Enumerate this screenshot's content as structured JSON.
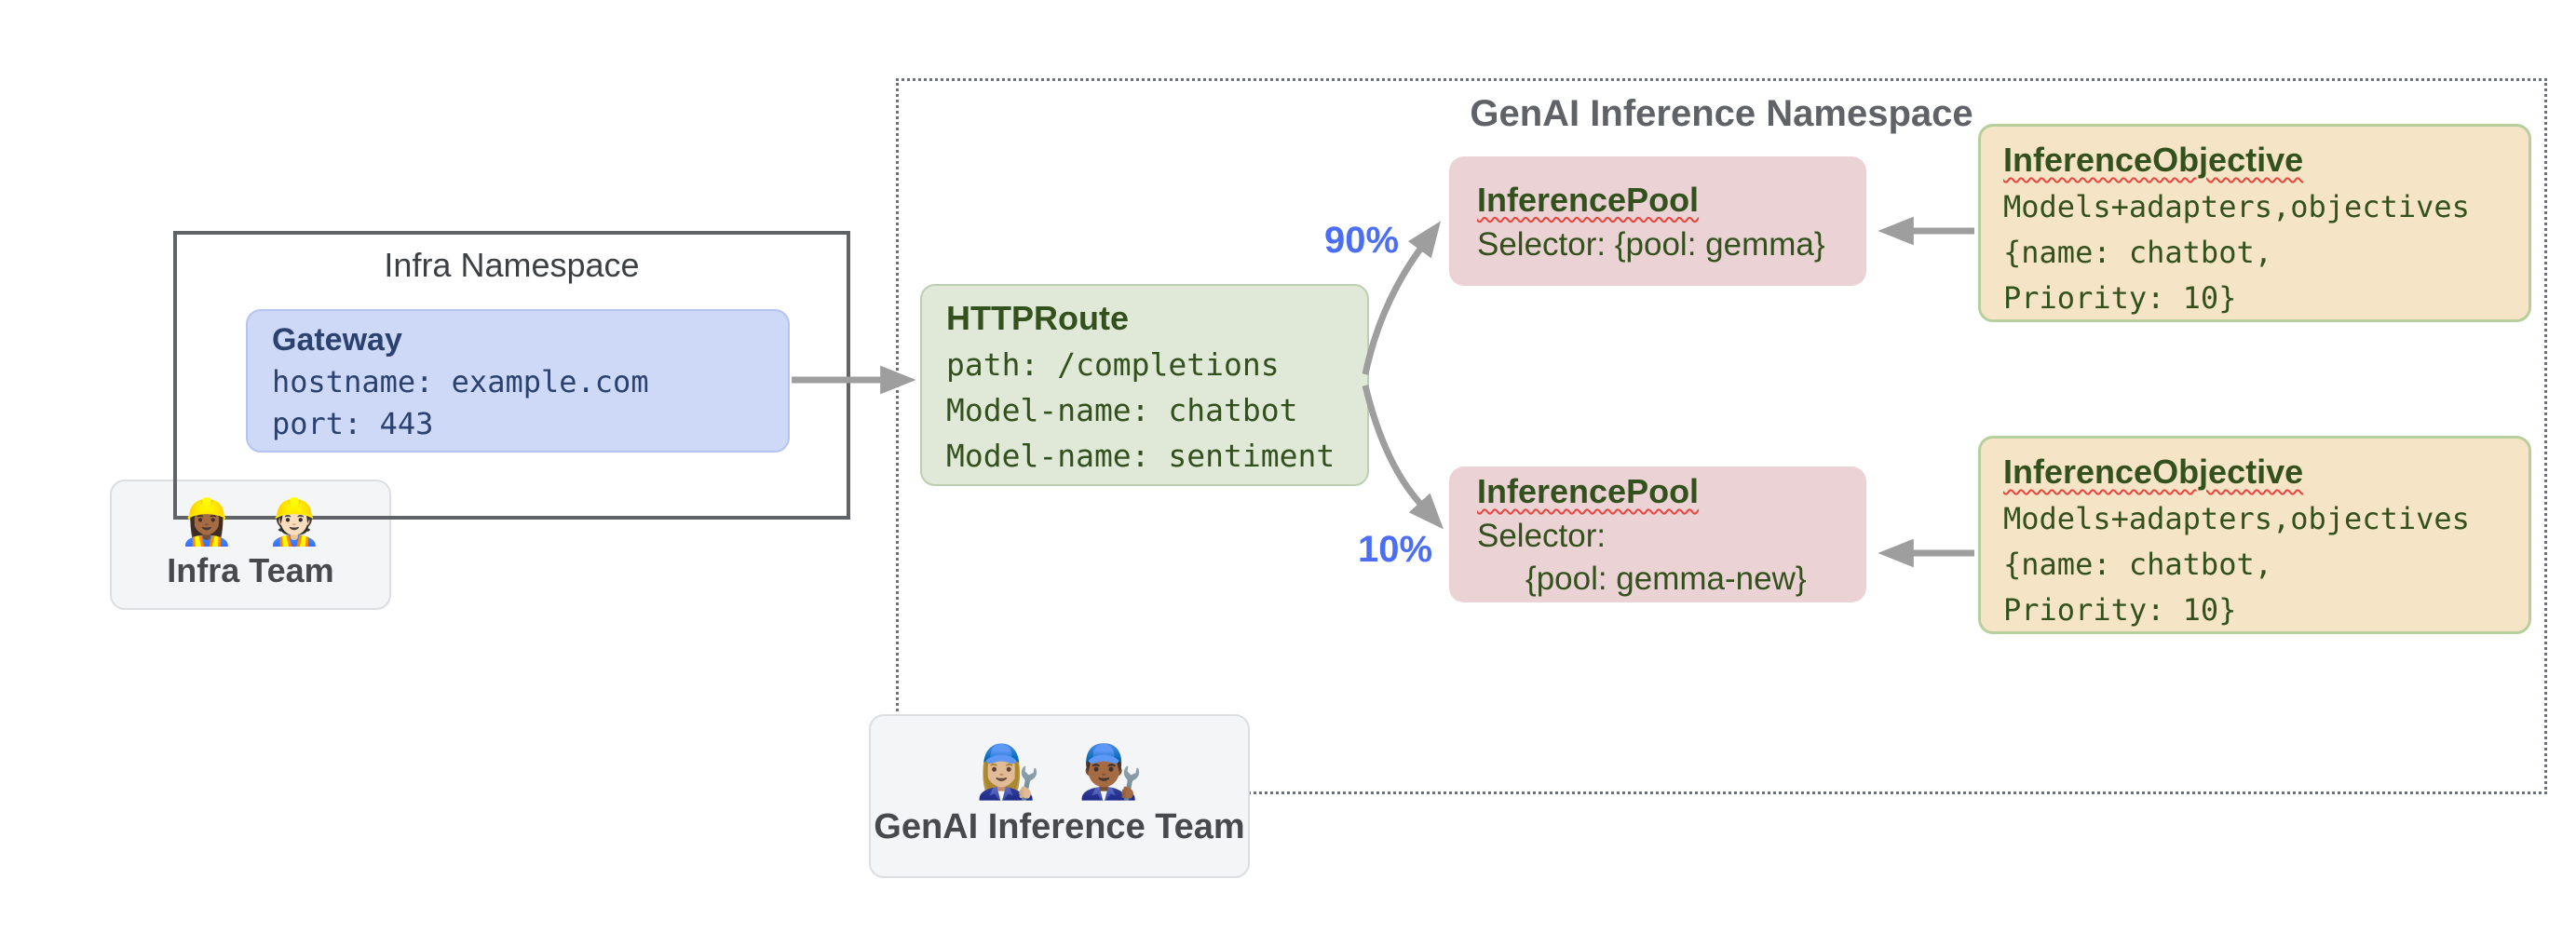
{
  "infra_namespace": {
    "title": "Infra Namespace"
  },
  "gateway": {
    "title": "Gateway",
    "lines": [
      "hostname: example.com",
      "port: 443"
    ]
  },
  "infra_team": {
    "label": "Infra Team",
    "emojis": [
      "👷🏾‍♀️",
      "👷🏻"
    ]
  },
  "genai_namespace": {
    "title": "GenAI Inference Namespace"
  },
  "httproute": {
    "title": "HTTPRoute",
    "lines": [
      "path: /completions",
      "Model-name: chatbot",
      "Model-name: sentiment"
    ]
  },
  "pools": [
    {
      "title": "InferencePool",
      "lines": [
        "Selector: {pool: gemma}"
      ]
    },
    {
      "title": "InferencePool",
      "lines": [
        "Selector:",
        "{pool: gemma-new}"
      ]
    }
  ],
  "objectives": [
    {
      "title": "InferenceObjective",
      "lines": [
        "Models+adapters,objectives",
        "{name: chatbot,",
        "Priority: 10}"
      ]
    },
    {
      "title": "InferenceObjective",
      "lines": [
        "Models+adapters,objectives",
        "{name: chatbot,",
        "Priority: 10}"
      ]
    }
  ],
  "genai_team": {
    "label": "GenAI Inference Team",
    "emojis": [
      "👩🏼‍🔧",
      "👨🏾‍🔧"
    ]
  },
  "traffic_split": {
    "to_gemma": "90%",
    "to_gemma_new": "10%"
  },
  "colors": {
    "gateway_fill": "#cdd9f6",
    "gateway_text": "#2b4170",
    "httproute_fill": "#e0e9d8",
    "pool_fill": "#ebd2d4",
    "objective_fill": "#f6e4c6",
    "objective_border": "#b6cf9d",
    "green_text": "#33511c",
    "team_fill": "#f4f5f6",
    "namespace_line": "#5f6368",
    "arrow": "#9e9e9e",
    "traffic_label": "#4c6ef5",
    "squiggle": "#e8453c"
  }
}
